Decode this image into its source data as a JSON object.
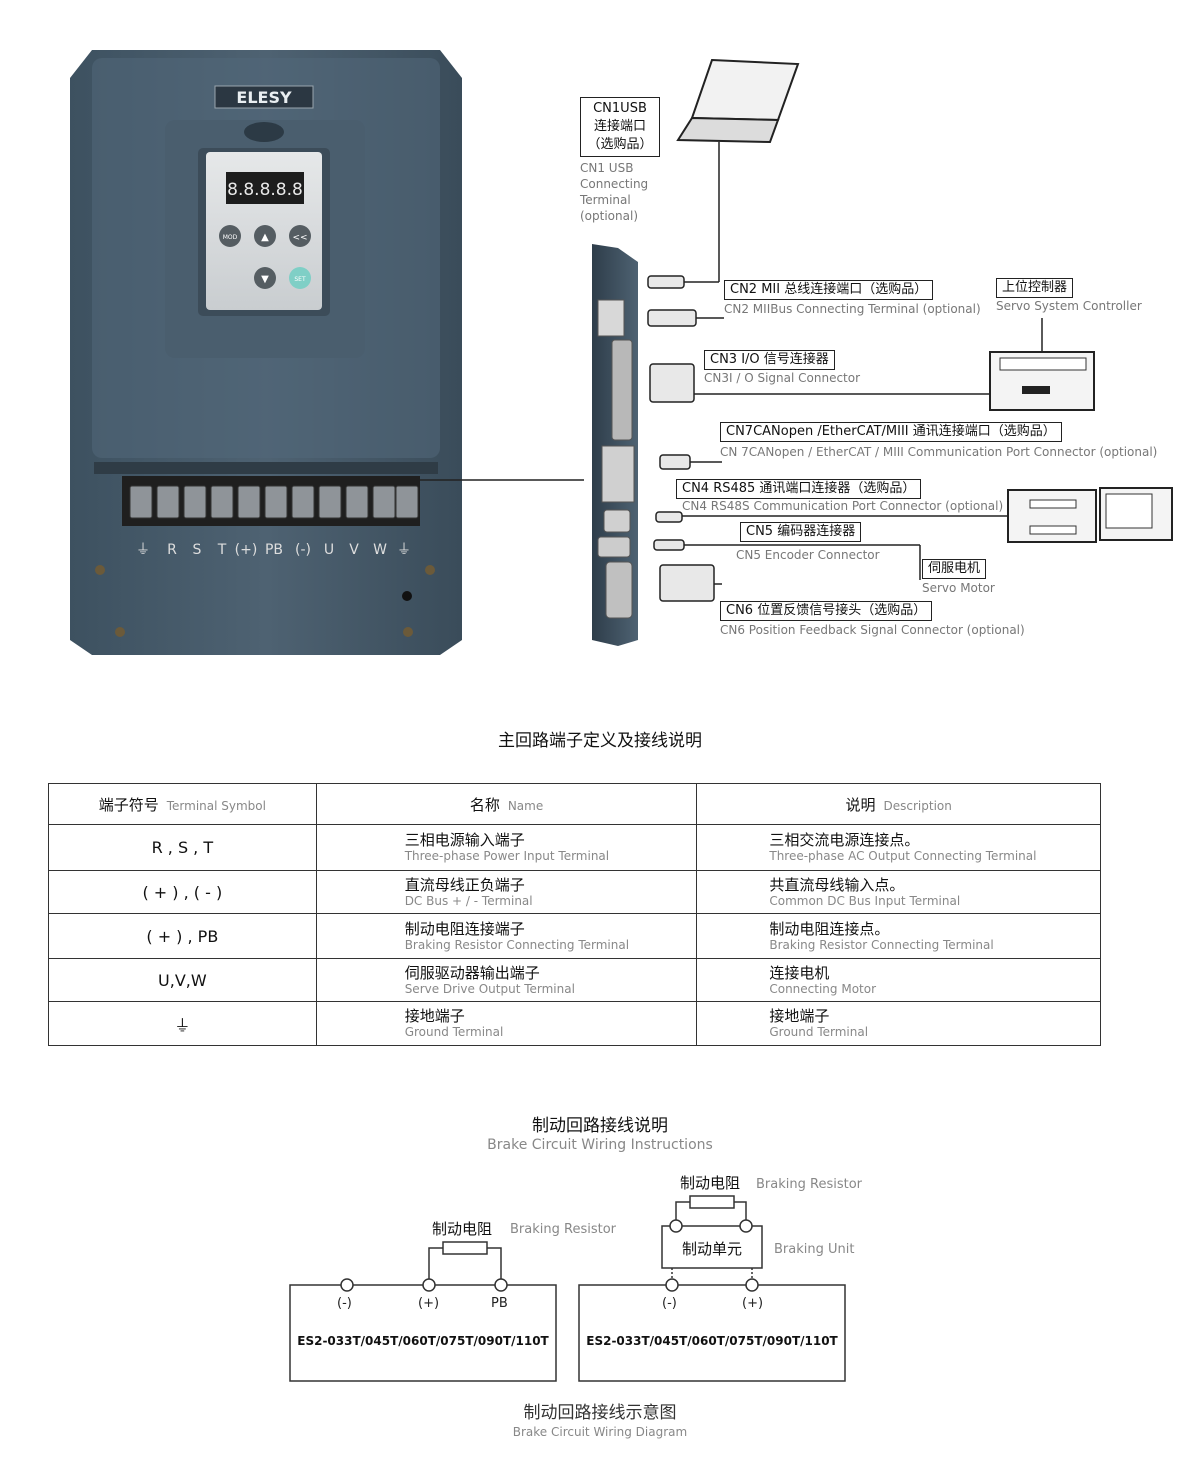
{
  "product": {
    "brand": "ELESY",
    "display_value": "8.8.8.8.8",
    "keys": {
      "mod": "MOD",
      "up": "▲",
      "left": "<<",
      "down": "▼",
      "set": "SET"
    },
    "terminal_labels": [
      "⏚",
      "R",
      "S",
      "T",
      "(+)",
      "PB",
      "(-)",
      "U",
      "V",
      "W",
      "⏚"
    ]
  },
  "connectors": {
    "cn1": {
      "label_lines": [
        "CN1USB",
        "连接端口",
        "（选购品）"
      ],
      "sub_lines": [
        "CN1 USB",
        "Connecting",
        "Terminal",
        "(optional)"
      ]
    },
    "cn2": {
      "label": "CN2 MII 总线连接端口（选购品）",
      "sub": "CN2 MIIBus Connecting Terminal (optional)"
    },
    "controller": {
      "label": "上位控制器",
      "sub": "Servo System Controller"
    },
    "cn3": {
      "label": "CN3  I/O 信号连接器",
      "sub": "CN3I / O Signal Connector"
    },
    "cn7": {
      "label": "CN7CANopen /EtherCAT/MIII 通讯连接端口（选购品）",
      "sub": "CN 7CANopen / EtherCAT / MIII Communication Port Connector (optional)"
    },
    "cn4": {
      "label": "CN4  RS485 通讯端口连接器（选购品）",
      "sub": "CN4 RS48S Communication Port Connector (optional)"
    },
    "cn5": {
      "label": "CN5  编码器连接器",
      "sub": "CN5 Encoder Connector"
    },
    "servo": {
      "label": "伺服电机",
      "sub": "Servo Motor"
    },
    "cn6": {
      "label": "CN6  位置反馈信号接头（选购品）",
      "sub": "CN6 Position Feedback Signal Connector (optional)"
    }
  },
  "terminal_table": {
    "title": "主回路端子定义及接线说明",
    "headers": [
      {
        "cn": "端子符号",
        "en": "Terminal Symbol"
      },
      {
        "cn": "名称",
        "en": "Name"
      },
      {
        "cn": "说明",
        "en": "Description"
      }
    ],
    "rows": [
      {
        "symbol": "R , S , T",
        "name_cn": "三相电源输入端子",
        "name_en": "Three-phase Power Input Terminal",
        "desc_cn": "三相交流电源连接点。",
        "desc_en": "Three-phase AC Output Connecting Terminal"
      },
      {
        "symbol": "( + ) , ( - )",
        "name_cn": "直流母线正负端子",
        "name_en": "DC Bus + / - Terminal",
        "desc_cn": "共直流母线输入点。",
        "desc_en": "Common DC Bus Input Terminal"
      },
      {
        "symbol": "( + ) ,  PB",
        "name_cn": "制动电阻连接端子",
        "name_en": "Braking Resistor Connecting Terminal",
        "desc_cn": "制动电阻连接点。",
        "desc_en": "Braking Resistor Connecting Terminal"
      },
      {
        "symbol": "U,V,W",
        "name_cn": "伺服驱动器输出端子",
        "name_en": "Serve Drive Output Terminal",
        "desc_cn": "连接电机",
        "desc_en": "Connecting Motor"
      },
      {
        "symbol": "⏚",
        "name_cn": "接地端子",
        "name_en": "Ground Terminal",
        "desc_cn": "接地端子",
        "desc_en": "Ground Terminal"
      }
    ]
  },
  "brake": {
    "title": "制动回路接线说明",
    "subtitle": "Brake Circuit Wiring Instructions",
    "left": {
      "resistor_cn": "制动电阻",
      "resistor_en": "Braking Resistor",
      "terminals": [
        "(-)",
        "(+)",
        "PB"
      ],
      "model": "ES2-033T/045T/060T/075T/090T/110T"
    },
    "right": {
      "resistor_cn": "制动电阻",
      "resistor_en": "Braking Resistor",
      "unit_cn": "制动单元",
      "unit_en": "Braking Unit",
      "terminals": [
        "(-)",
        "(+)"
      ],
      "model": "ES2-033T/045T/060T/075T/090T/110T"
    },
    "caption_cn": "制动回路接线示意图",
    "caption_en": "Brake Circuit Wiring Diagram"
  }
}
